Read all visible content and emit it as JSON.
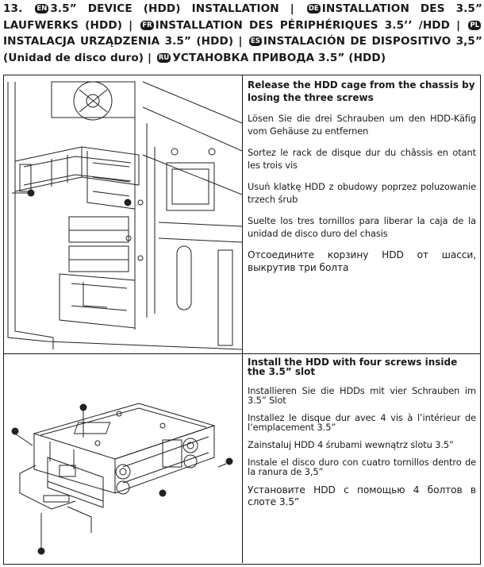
{
  "header": {
    "step": "13.",
    "badges": {
      "en": "EN",
      "de": "DE",
      "fr": "FR",
      "pl": "PL",
      "es": "ES",
      "ru": "RU"
    },
    "en_title": "3.5” DEVICE (HDD) INSTALLATION |",
    "de_title": "INSTALLATION DES 3.5” LAUFWERKS (HDD) |",
    "fr_title": "INSTALLATION DES PÉRIPHÉRIQUES 3.5’’ /HDD |",
    "pl_title": "INSTALACJA URZĄDZENIA 3.5” (HDD) |",
    "es_title": "INSTALACIÓN DE DISPOSITIVO 3,5” (Unidad de disco duro) |",
    "ru_title": "УСТАНОВКА ПРИВОДА 3.5” (HDD)"
  },
  "step1": {
    "en": "Release the HDD cage from the chassis by losing the three screws",
    "de": "Lösen Sie die drei Schrauben um den HDD-Käfig vom Gehäuse zu entfernen",
    "fr": "Sortez le rack de disque dur du châssis en otant les trois vis",
    "pl": "Usuń klatkę HDD z obudowy poprzez poluzowanie trzech śrub",
    "es": "Suelte los tres tornillos para liberar la caja de la unidad de disco duro del chasis",
    "ru": "Отсоедините корзину HDD от шасси, выкрутив три болта"
  },
  "step2": {
    "en": "Install the HDD with four screws inside the 3.5” slot",
    "de": "Installieren Sie die HDDs mit vier Schrauben im 3.5” Slot",
    "fr": "Installez le disque dur avec 4 vis à l’intérieur de l’emplacement 3.5”",
    "pl": "Zainstaluj HDD 4 śrubami wewnątrz slotu 3.5”",
    "es": "Instale el disco duro con cuatro tornillos dentro de la ranura de 3,5”",
    "ru": "Установите HDD с помощью 4 болтов в слоте 3.5”"
  }
}
